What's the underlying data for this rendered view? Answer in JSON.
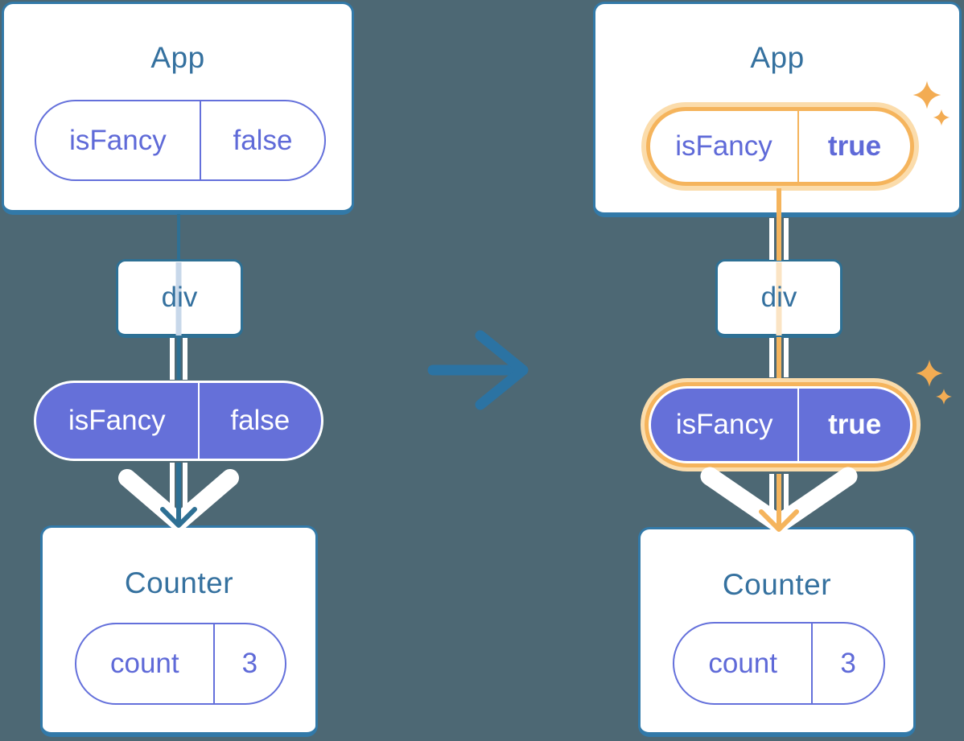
{
  "colors": {
    "background": "#4D6874",
    "card_background": "#FFFFFF",
    "card_border": "#3279A8",
    "title_text": "#35719F",
    "purple_fill": "#6570D9",
    "purple_text": "#5F6AD8",
    "purple_border": "#6470DB",
    "steel_connector": "#2E7094",
    "pale_blue_connector": "#C8D8EA",
    "highlight_orange": "#F5B45C",
    "highlight_halo": "#FBDCAB",
    "pale_orange_connector": "#FBE4C4",
    "transition_arrow_blue": "#2B73A3",
    "sparkle_orange": "#F3AC53",
    "pipe_white": "#FFFFFF"
  },
  "icons": {
    "sparkle": "four-point-star",
    "down_arrow": "v-arrowhead",
    "chevron": "wide-white-v",
    "transition_arrow": "right-arrow"
  },
  "left_tree": {
    "app_card": {
      "title": "App",
      "prop_pill": {
        "key": "isFancy",
        "value": "false"
      }
    },
    "div_node": {
      "label": "div"
    },
    "passed_prop_pill": {
      "key": "isFancy",
      "value": "false"
    },
    "counter_card": {
      "title": "Counter",
      "state_pill": {
        "key": "count",
        "value": "3"
      }
    }
  },
  "right_tree": {
    "app_card": {
      "title": "App",
      "prop_pill": {
        "key": "isFancy",
        "value": "true"
      }
    },
    "div_node": {
      "label": "div"
    },
    "passed_prop_pill": {
      "key": "isFancy",
      "value": "true"
    },
    "counter_card": {
      "title": "Counter",
      "state_pill": {
        "key": "count",
        "value": "3"
      }
    }
  }
}
